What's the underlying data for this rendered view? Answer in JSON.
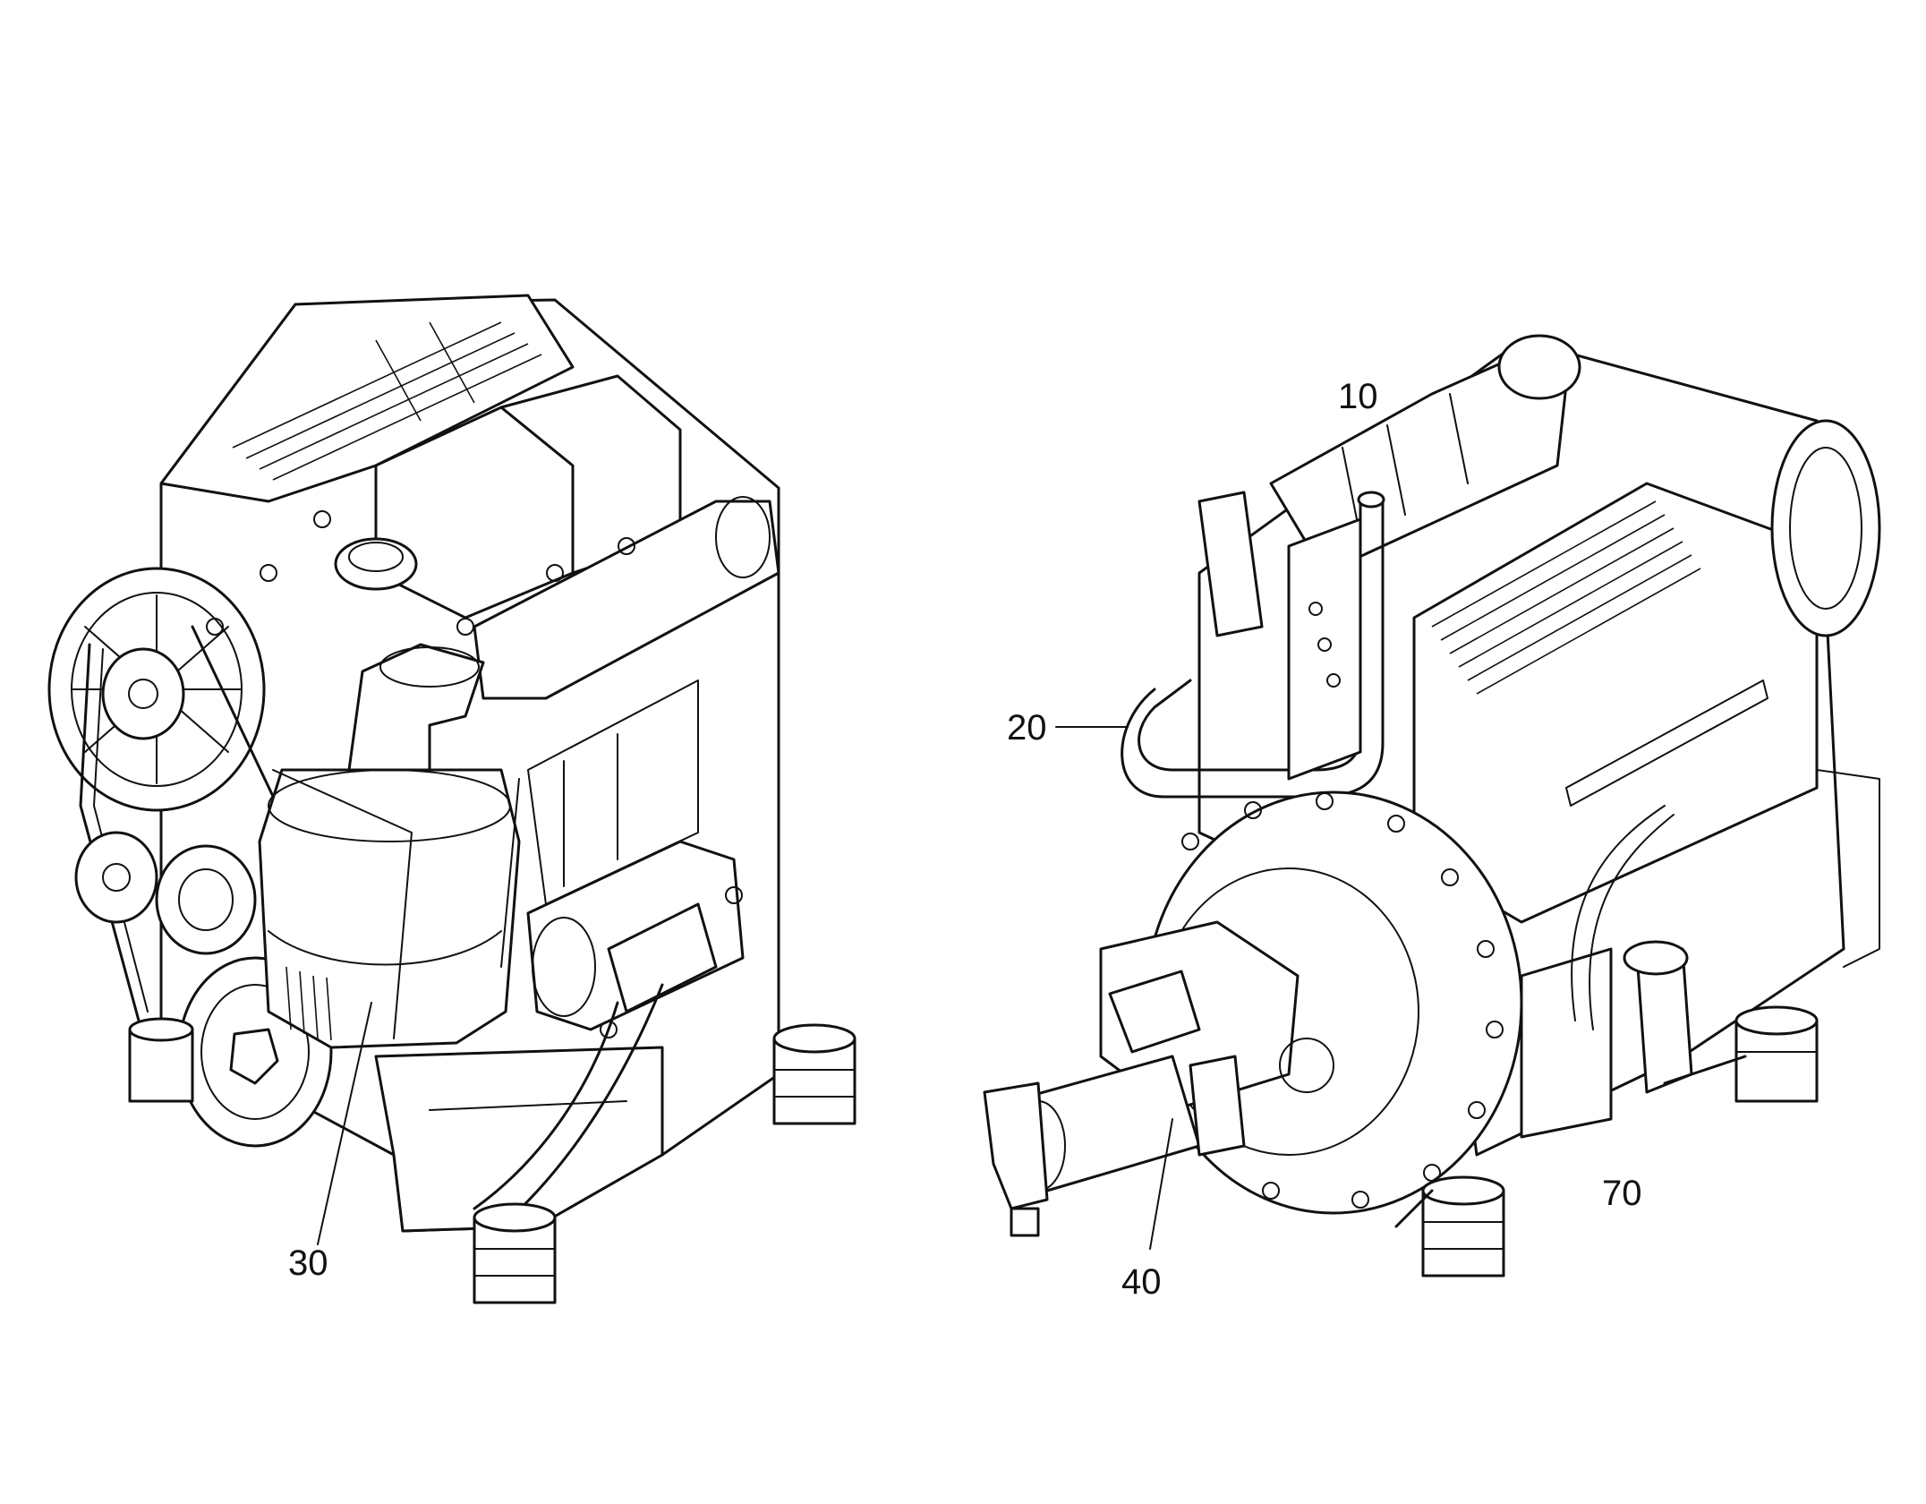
{
  "callouts": {
    "c10": "10",
    "c20": "20",
    "c30": "30",
    "c40": "40",
    "c70": "70"
  }
}
